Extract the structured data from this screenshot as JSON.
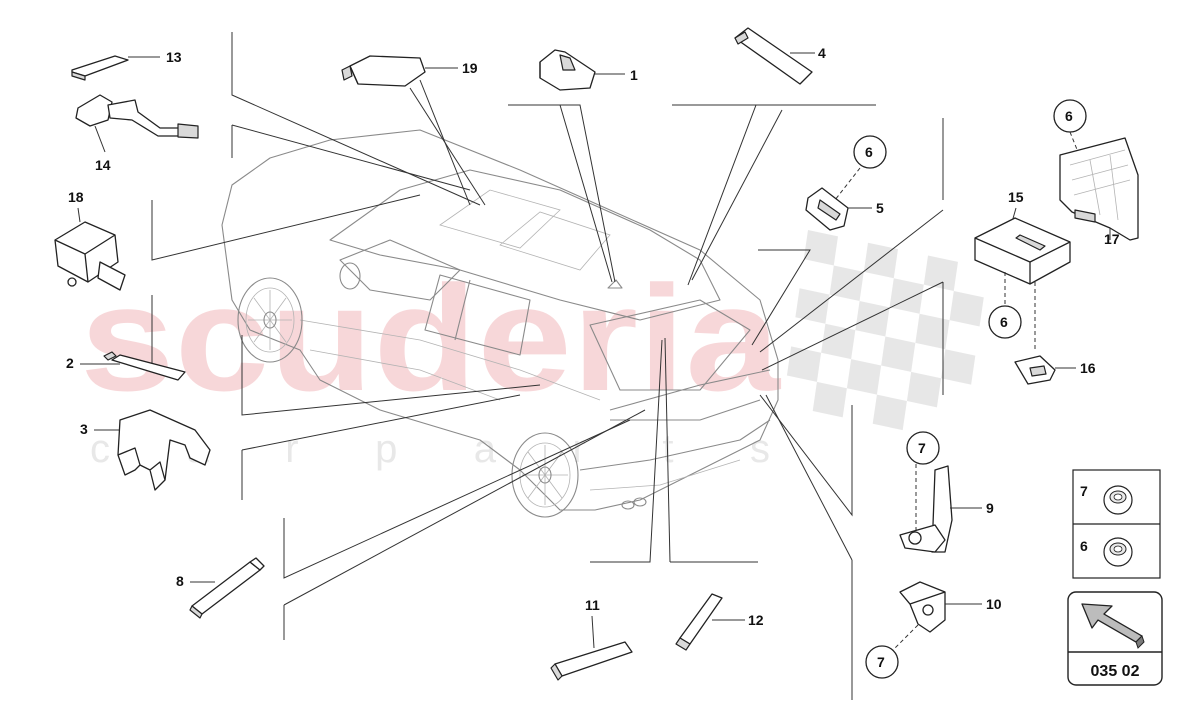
{
  "watermark": {
    "main": "scuderia",
    "sub": "c a r p a r t s"
  },
  "callouts": [
    {
      "id": "p1",
      "label": "1"
    },
    {
      "id": "p2",
      "label": "2"
    },
    {
      "id": "p3",
      "label": "3"
    },
    {
      "id": "p4",
      "label": "4"
    },
    {
      "id": "p5",
      "label": "5"
    },
    {
      "id": "p8",
      "label": "8"
    },
    {
      "id": "p9",
      "label": "9"
    },
    {
      "id": "p10",
      "label": "10"
    },
    {
      "id": "p11",
      "label": "11"
    },
    {
      "id": "p12",
      "label": "12"
    },
    {
      "id": "p13",
      "label": "13"
    },
    {
      "id": "p14",
      "label": "14"
    },
    {
      "id": "p15",
      "label": "15"
    },
    {
      "id": "p16",
      "label": "16"
    },
    {
      "id": "p17",
      "label": "17"
    },
    {
      "id": "p18",
      "label": "18"
    },
    {
      "id": "p19",
      "label": "19"
    }
  ],
  "circled_refs": [
    {
      "id": "c6a",
      "label": "6"
    },
    {
      "id": "c6b",
      "label": "6"
    },
    {
      "id": "c6c",
      "label": "6"
    },
    {
      "id": "c7a",
      "label": "7"
    },
    {
      "id": "c7b",
      "label": "7"
    }
  ],
  "legend_table": [
    {
      "number": "7",
      "part": "nut"
    },
    {
      "number": "6",
      "part": "nut"
    }
  ],
  "diagram_code": "035 02",
  "colors": {
    "watermark": "#f2b8bb",
    "line": "#222222",
    "car_outline": "#8a8a8a"
  }
}
